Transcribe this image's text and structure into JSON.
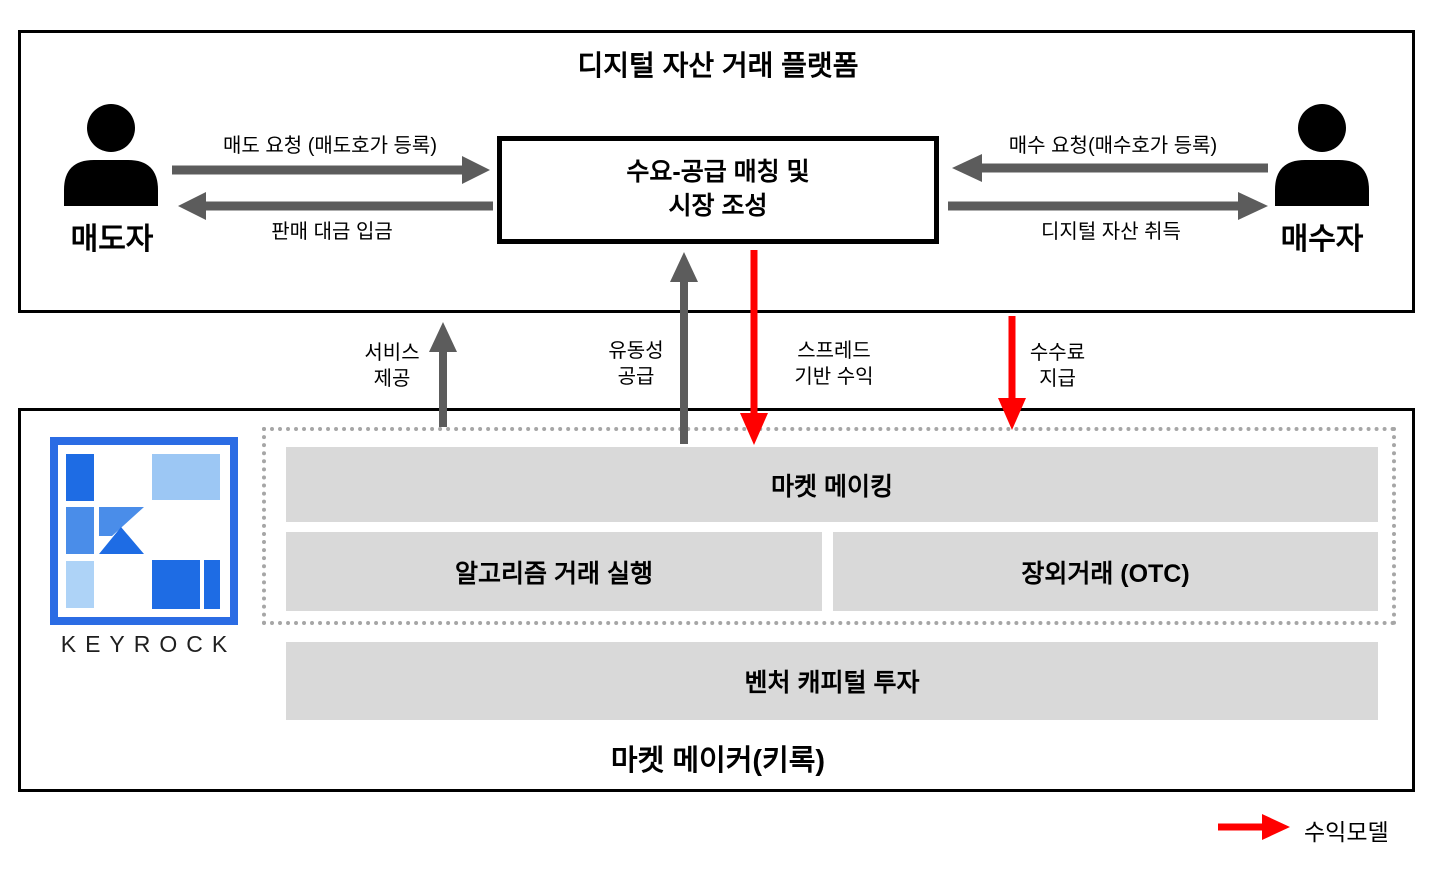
{
  "platform": {
    "title": "디지털 자산 거래 플랫폼",
    "seller": "매도자",
    "buyer": "매수자",
    "center_box": "수요-공급 매칭 및\n시장 조성",
    "sell_request": "매도 요청 (매도호가 등록)",
    "sale_payment": "판매 대금 입금",
    "buy_request": "매수 요청(매수호가 등록)",
    "asset_acquisition": "디지털 자산 취득"
  },
  "flows": {
    "service": "서비스\n제공",
    "liquidity": "유동성\n공급",
    "spread_revenue": "스프레드\n기반 수익",
    "fee_payment": "수수료\n지급"
  },
  "market_maker": {
    "logo_text": "KEYROCK",
    "market_making": "마켓 메이킹",
    "algorithmic_trading": "알고리즘 거래 실행",
    "otc": "장외거래 (OTC)",
    "venture_capital": "벤처 캐피털 투자",
    "caption": "마켓 메이커(키록)"
  },
  "legend": {
    "revenue_model": "수익모델"
  },
  "colors": {
    "revenue_red": "#ff0000",
    "flow_gray": "#5c5c5c",
    "bar_gray": "#d9d9d9",
    "dotted_border": "#a6a6a6",
    "logo_border_blue": "#2b6ce4",
    "logo_blue_dark": "#1e6ce4",
    "logo_blue_medium": "#4a8de9",
    "logo_blue_light": "#9cc7f4",
    "logo_blue_pale": "#aed3f7"
  }
}
